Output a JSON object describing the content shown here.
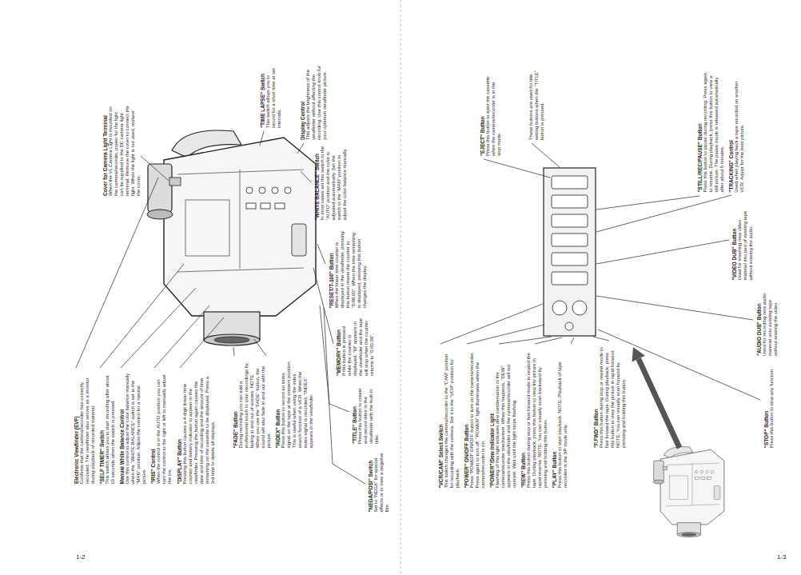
{
  "diagram": {
    "labels": [
      "1-2",
      "Electronic Viewfinder (EVF)",
      "Confirms that the camera/recorder has correctly recorded. The viewfinder also serves as a monitor during playback of recorded material.",
      "\"SELF TIMER\" Switch",
      "This switch allows you to start recording after about 10 seconds when the switch is pressed.",
      "Manual White Balance Control",
      "Use this control to adjust the color balance manually when the \"WHITE BALANCE\" switch is set to the \"MAN\" position. Adjust the control for a natural picture.",
      "\"IRIS\" Control",
      "When the control is in the AUTO position you can turn the control to the right or left to manually adjust the iris.",
      "\"DISPLAY\" Button",
      "Pressing this button causes a 4-digit linear time counter and battery indicator to appear in the viewfinder. Pressing the button again causes the date and time of recording and the amount of time remaining on the cassette to be displayed. Press a 3rd time to delete all displays.",
      "Cover for Camera Light Terminal",
      "When the VL Camera Light is mounted on the camera/recorder, power for the light can be supplied to the DC camera light terminal. Remove the cover to connect the light. When the light is not used, replace the cover.",
      "\"FADE\" Button",
      "During recording you can add a professional touch to your recordings by fading in and out of scenes. NOTE: When you use the \"FADE\" button, the sound will also fade in and out with the picture.",
      "\"INDEX\" Button",
      "Press this button to record an index signal on the tape at the present position. This is useful when using the index search function of a VCR. When the index signal is recorded, \"INDEX\" appears in the viewfinder.",
      "\"TIME LAPSE\" Switch",
      "This switch allows you to record for a short time at set intervals.",
      "Display Control",
      "This adjusts the brightness of the viewfinder without affecting the recording. Use this control knob for your optimum viewfinder picture.",
      "\"WHITE BALANCE\" Switch",
      "In most cases set this switch to the \"AUTO\" position and the color is adjusted automatically. Set the switch to the \"MAN\" position to adjust the color balance manually.",
      "\"RESET/T-100\" Button",
      "When the linear time counter is displayed in the viewfinder, pressing this button resets the counter to \"0:00.00\". When the time remaining is displayed, pressing this button changes the display.",
      "\"MEMORY\" Button",
      "If this button is pressed while the counter is displayed, \"M\" appears in the viewfinder and the tape will stop when the counter returns to \"0:00.00\".",
      "\"TITLE\" Button",
      "Press this button to create and record titles in the viewfinder with the built-in titler.",
      "\"NEGA/POSI\" Switch",
      "Set to \"NEGA\" for special effects or to view a negative film.",
      "1-3",
      "\"VCR/CAM\" Select Switch",
      "This switch changes the camera/recorder to the \"CAM\" position for recording with the camera. Set it to the \"VCR\" position for playback.",
      "\"POWER\" ON/OFF Button",
      "Press \"POWER\" ON/OFF button to turn on the camera/recorder. Press again to turn off. \"POWER\" light illuminates when the camera/recorder is on.",
      "\"POWER\"/Dew Indicator Light",
      "Flashing of this light indicates dew condensation in the camera/recorder mechanism. When this happens, \"DEW\" appears in the viewfinder and the camera/recorder will not operate. Wait until the light stops flashing.",
      "\"REW\" Button",
      "Press this button during stop or fast forward mode to rewind the tape. During playback, press this button to view the picture in rapid reverse. NOTE: You can visually scan backward by pressing and holding this button.",
      "\"PLAY\" Button",
      "Press this button to start playback. NOTE: Playback of tape recorded in the SP mode only.",
      "\"EJECT\" Button",
      "Press this button to eject the cassette when the camera/recorder is in the stop mode.",
      "These buttons are used for title setting buttons when the \"TITLE\" button is pressed.",
      "\"F.FWD\" Button",
      "Press this button during stop or rewind mode to fast forward the tape. During playback, press this button to view the picture in rapid forward. NOTE: You can visually scan forward by pressing and holding this button.",
      "\"STILL/REC/PAUSE\" Button",
      "Press this button to pause during recording. Press again to resume. During playback, press this button to view a still picture. The pause mode is released automatically after about 5 minutes.",
      "\"TRACKING\" Control",
      "Used when playing back a tape recorded on another VCR. Adjust for the best picture.",
      "\"VIDEO DUB\" Button",
      "Used for inserting new video material into part of existing tape without erasing the audio.",
      "\"AUDIO DUB\" Button",
      "Used for recording new audio material onto existing tape without erasing the video.",
      "\"STOP\" Button",
      "Press this button to stop any function."
    ]
  }
}
